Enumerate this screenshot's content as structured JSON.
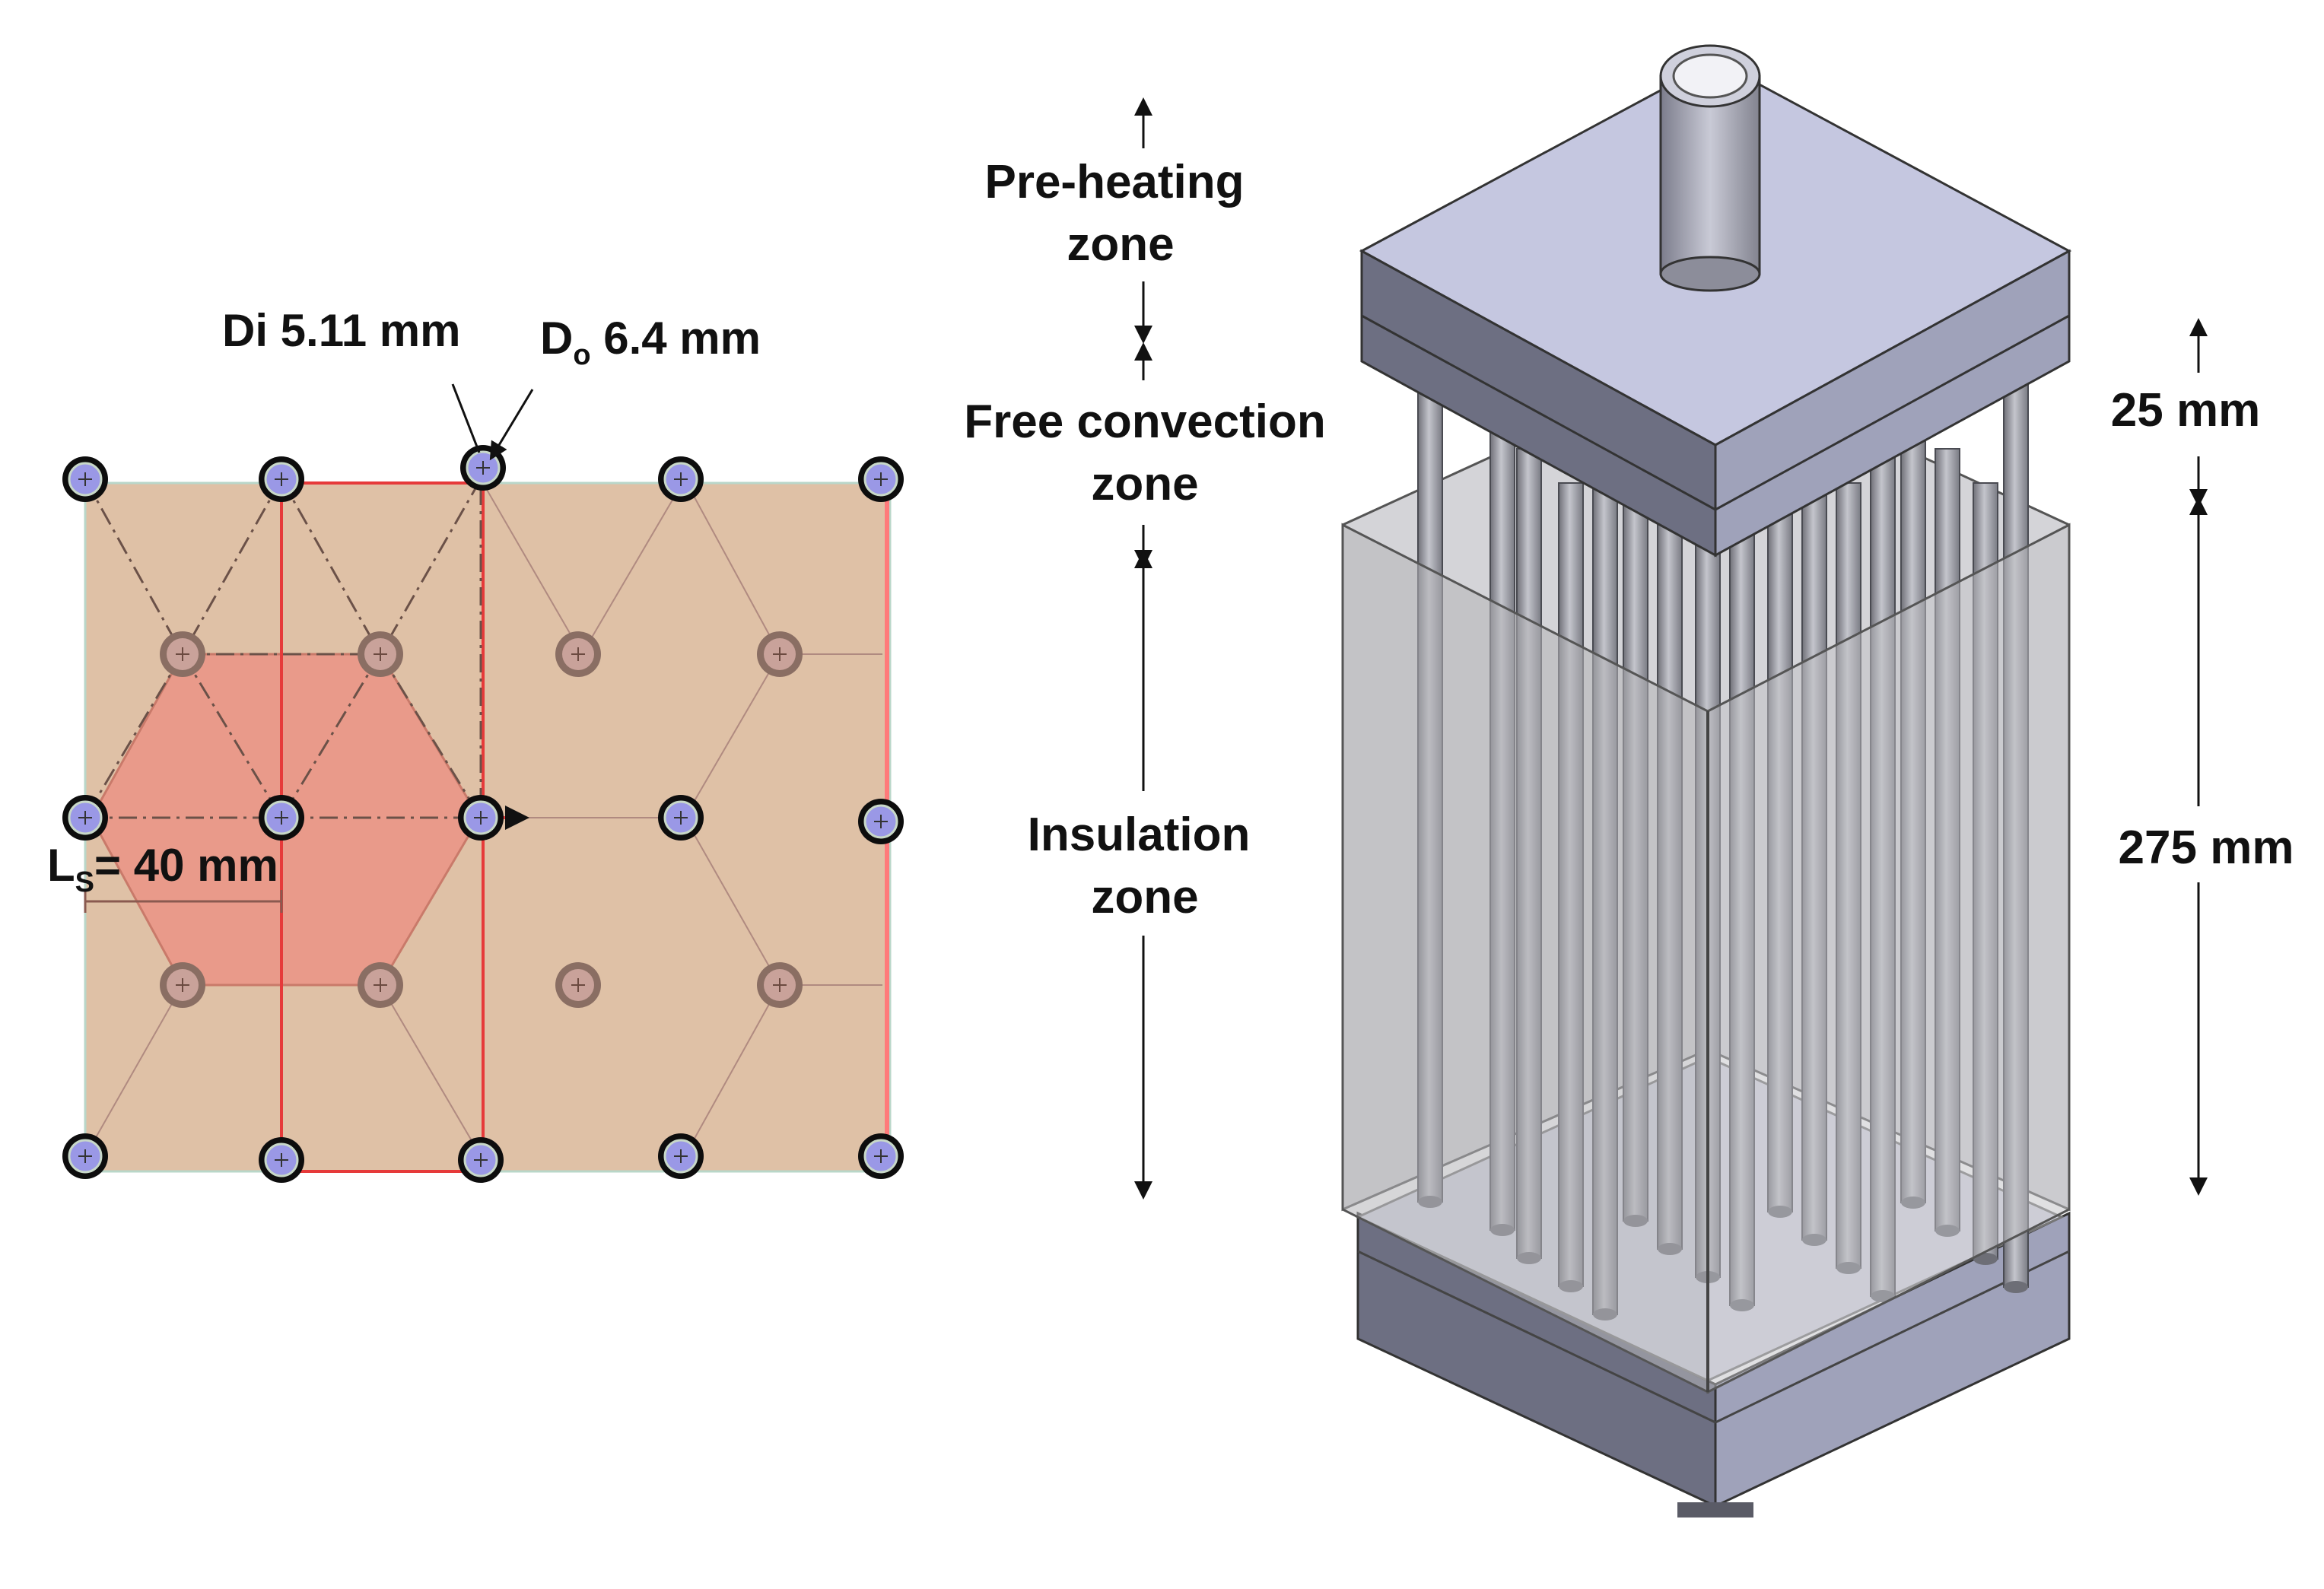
{
  "colors": {
    "plate": "#dfc1a6",
    "hexagon": "#e99a8a",
    "cell_outline": "#e63a3a",
    "tube_outer_ring": "#0d0d0d",
    "tube_inner_fill": "#9a98e6",
    "inner_tube_ring": "#8a6e63",
    "inner_tube_fill": "#c9a29a",
    "header_top": "#c5c7e0",
    "header_side_left": "#6d6f82",
    "header_side_right": "#9fa2ba",
    "shell_glass": "#c8c8cc",
    "tube_rod": "#8e8f96",
    "label_text": "#111111"
  },
  "icons": {
    "dimension_arrow": "double-headed-arrow",
    "tube_marker": "crosshair-plus"
  },
  "left_panel": {
    "di_label": "Di 5.11 mm",
    "do_label_main": "D",
    "do_label_sub": "o",
    "do_label_value": " 6.4 mm",
    "ls_label_main": "L",
    "ls_label_sub": "S",
    "ls_label_value": "= 40 mm"
  },
  "right_panel": {
    "zone_preheat_line1": "Pre-heating",
    "zone_preheat_line2": "zone",
    "zone_freeconv_line1": "Free convection",
    "zone_freeconv_line2": "zone",
    "zone_insulation_line1": "Insulation",
    "zone_insulation_line2": "zone",
    "dim_top": "25 mm",
    "dim_main": "275 mm"
  }
}
